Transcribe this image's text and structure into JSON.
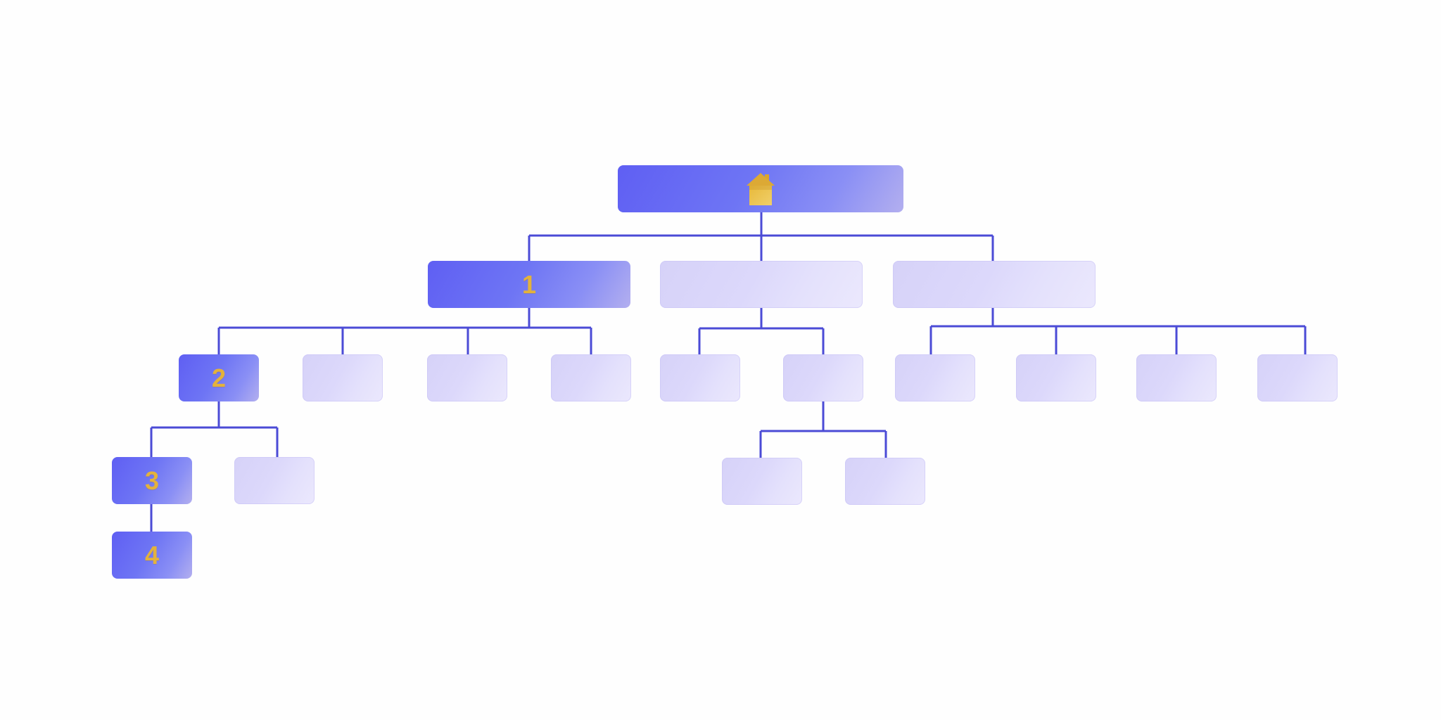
{
  "diagram": {
    "root": {
      "icon": "home-icon"
    },
    "level1": [
      {
        "label": "1",
        "state": "active"
      },
      {
        "label": "",
        "state": "inactive"
      },
      {
        "label": "",
        "state": "inactive"
      }
    ],
    "level2": [
      {
        "label": "2",
        "state": "active"
      },
      {
        "label": "",
        "state": "inactive"
      },
      {
        "label": "",
        "state": "inactive"
      },
      {
        "label": "",
        "state": "inactive"
      },
      {
        "label": "",
        "state": "inactive"
      },
      {
        "label": "",
        "state": "inactive"
      },
      {
        "label": "",
        "state": "inactive"
      },
      {
        "label": "",
        "state": "inactive"
      },
      {
        "label": "",
        "state": "inactive"
      },
      {
        "label": "",
        "state": "inactive"
      }
    ],
    "level3": [
      {
        "label": "3",
        "state": "active"
      },
      {
        "label": "",
        "state": "inactive"
      },
      {
        "label": "",
        "state": "inactive"
      },
      {
        "label": "",
        "state": "inactive"
      }
    ],
    "level4": [
      {
        "label": "4",
        "state": "active"
      }
    ]
  },
  "colors": {
    "connector": "#4b4bd6",
    "active_node": "#6468f2",
    "inactive_node": "#dedafb",
    "label": "#e3b23c"
  }
}
